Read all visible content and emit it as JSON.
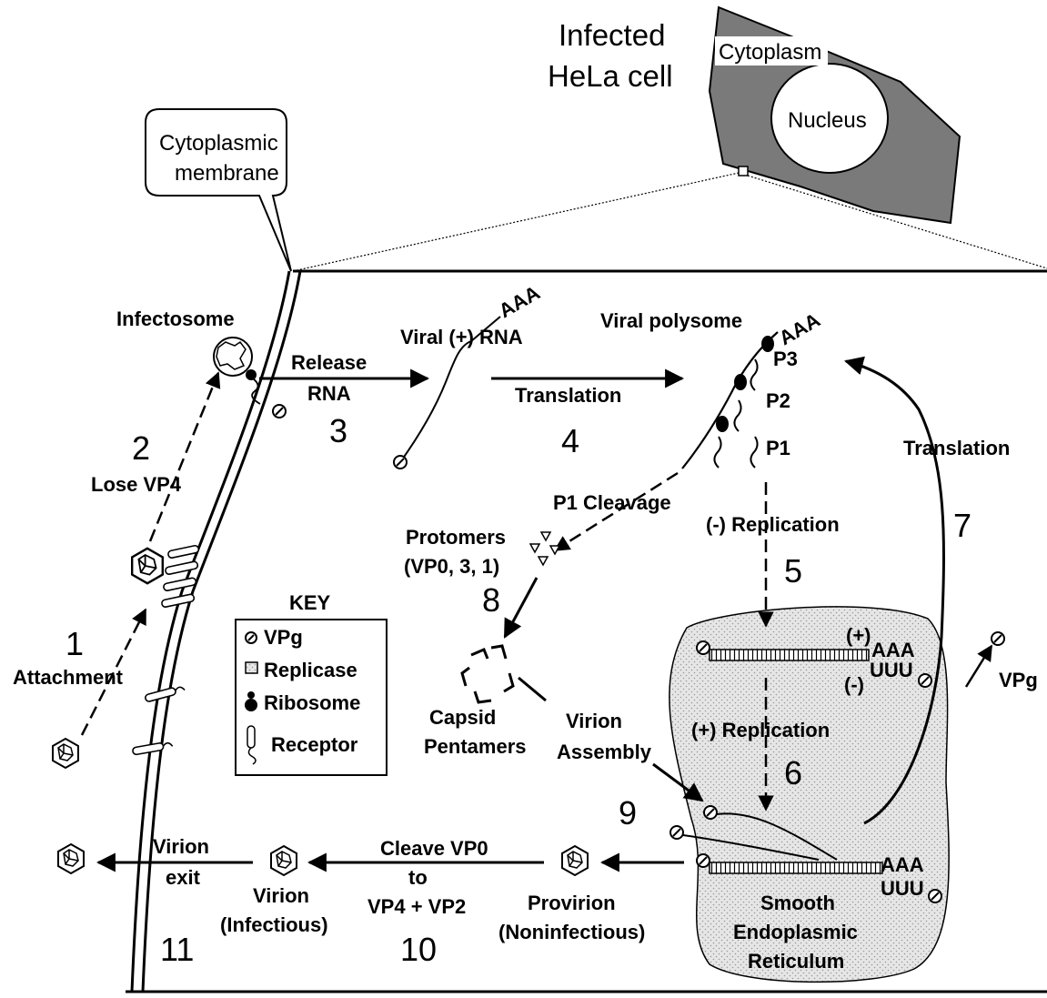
{
  "header": {
    "title_line1": "Infected",
    "title_line2": "HeLa cell",
    "cytoplasm": "Cytoplasm",
    "nucleus": "Nucleus"
  },
  "membrane_callout": {
    "line1": "Cytoplasmic",
    "line2": "membrane"
  },
  "labels": {
    "infectosome": "Infectosome",
    "viral_rna_prefix": "Viral (+) RNA",
    "aaa": "AAA",
    "viral_polysome": "Viral polysome",
    "release": "Release",
    "rna": "RNA",
    "translation": "Translation",
    "translation_right": "Translation",
    "lose_vp4": "Lose VP4",
    "attachment": "Attachment",
    "p1_cleavage": "P1 Cleavage",
    "protomers": "Protomers",
    "protomers_sub": "(VP0, 3, 1)",
    "neg_replication": "(-) Replication",
    "pos_replication": "(+) Replication",
    "capsid": "Capsid",
    "pentamers": "Pentamers",
    "virion": "Virion",
    "assembly": "Assembly",
    "plus": "(+)",
    "minus": "(-)",
    "uuu": "UUU",
    "vpg": "VPg",
    "p3": "P3",
    "p2": "P2",
    "p1": "P1",
    "virion_exit_1": "Virion",
    "virion_exit_2": "exit",
    "virion_inf_1": "Virion",
    "virion_inf_2": "(Infectious)",
    "cleave_1": "Cleave VP0",
    "cleave_2": "to",
    "cleave_3": "VP4 + VP2",
    "provirion_1": "Provirion",
    "provirion_2": "(Noninfectious)",
    "ser_1": "Smooth",
    "ser_2": "Endoplasmic",
    "ser_3": "Reticulum"
  },
  "steps": {
    "s1": "1",
    "s2": "2",
    "s3": "3",
    "s4": "4",
    "s5": "5",
    "s6": "6",
    "s7": "7",
    "s8": "8",
    "s9": "9",
    "s10": "10",
    "s11": "11"
  },
  "key": {
    "title": "KEY",
    "items": [
      {
        "label": "VPg",
        "icon": "vpg-icon"
      },
      {
        "label": "Replicase",
        "icon": "replicase-icon"
      },
      {
        "label": "Ribosome",
        "icon": "ribosome-icon"
      },
      {
        "label": "Receptor",
        "icon": "receptor-icon"
      }
    ]
  }
}
